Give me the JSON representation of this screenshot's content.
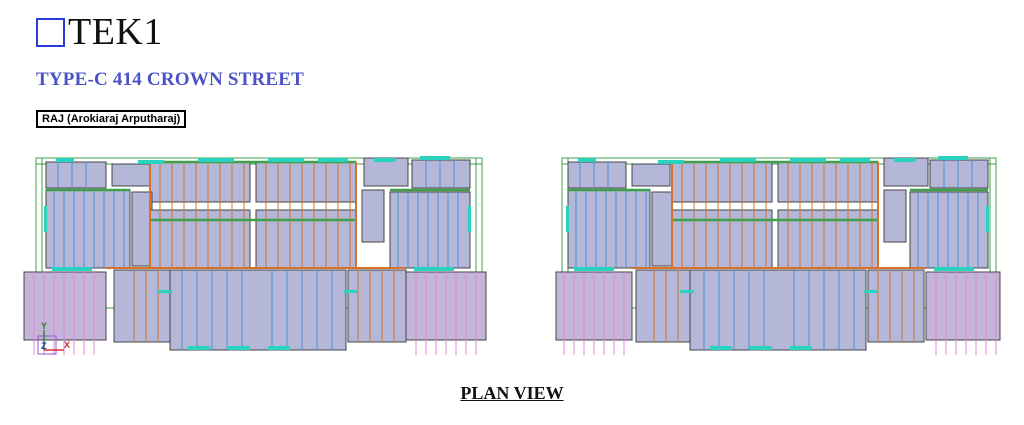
{
  "header": {
    "logo_text": "TEK1",
    "project_title": "TYPE-C 414 CROWN STREET",
    "author": "RAJ (Arokiaraj Arputharaj)"
  },
  "axis_triad": {
    "y": "Y",
    "z": "Z",
    "x": "X"
  },
  "caption": "PLAN VIEW",
  "colors": {
    "logo_blue": "#2a3bd6",
    "title_blue": "#4a52c8",
    "slab_fill": "#b4b7d8",
    "slab_fill_pink": "#c4b4d8",
    "beam_green": "#3fa04a",
    "beam_orange": "#d8722a",
    "joist_blue": "#4a90d8",
    "wall_cyan": "#2ad2c0",
    "outline": "#444444"
  }
}
